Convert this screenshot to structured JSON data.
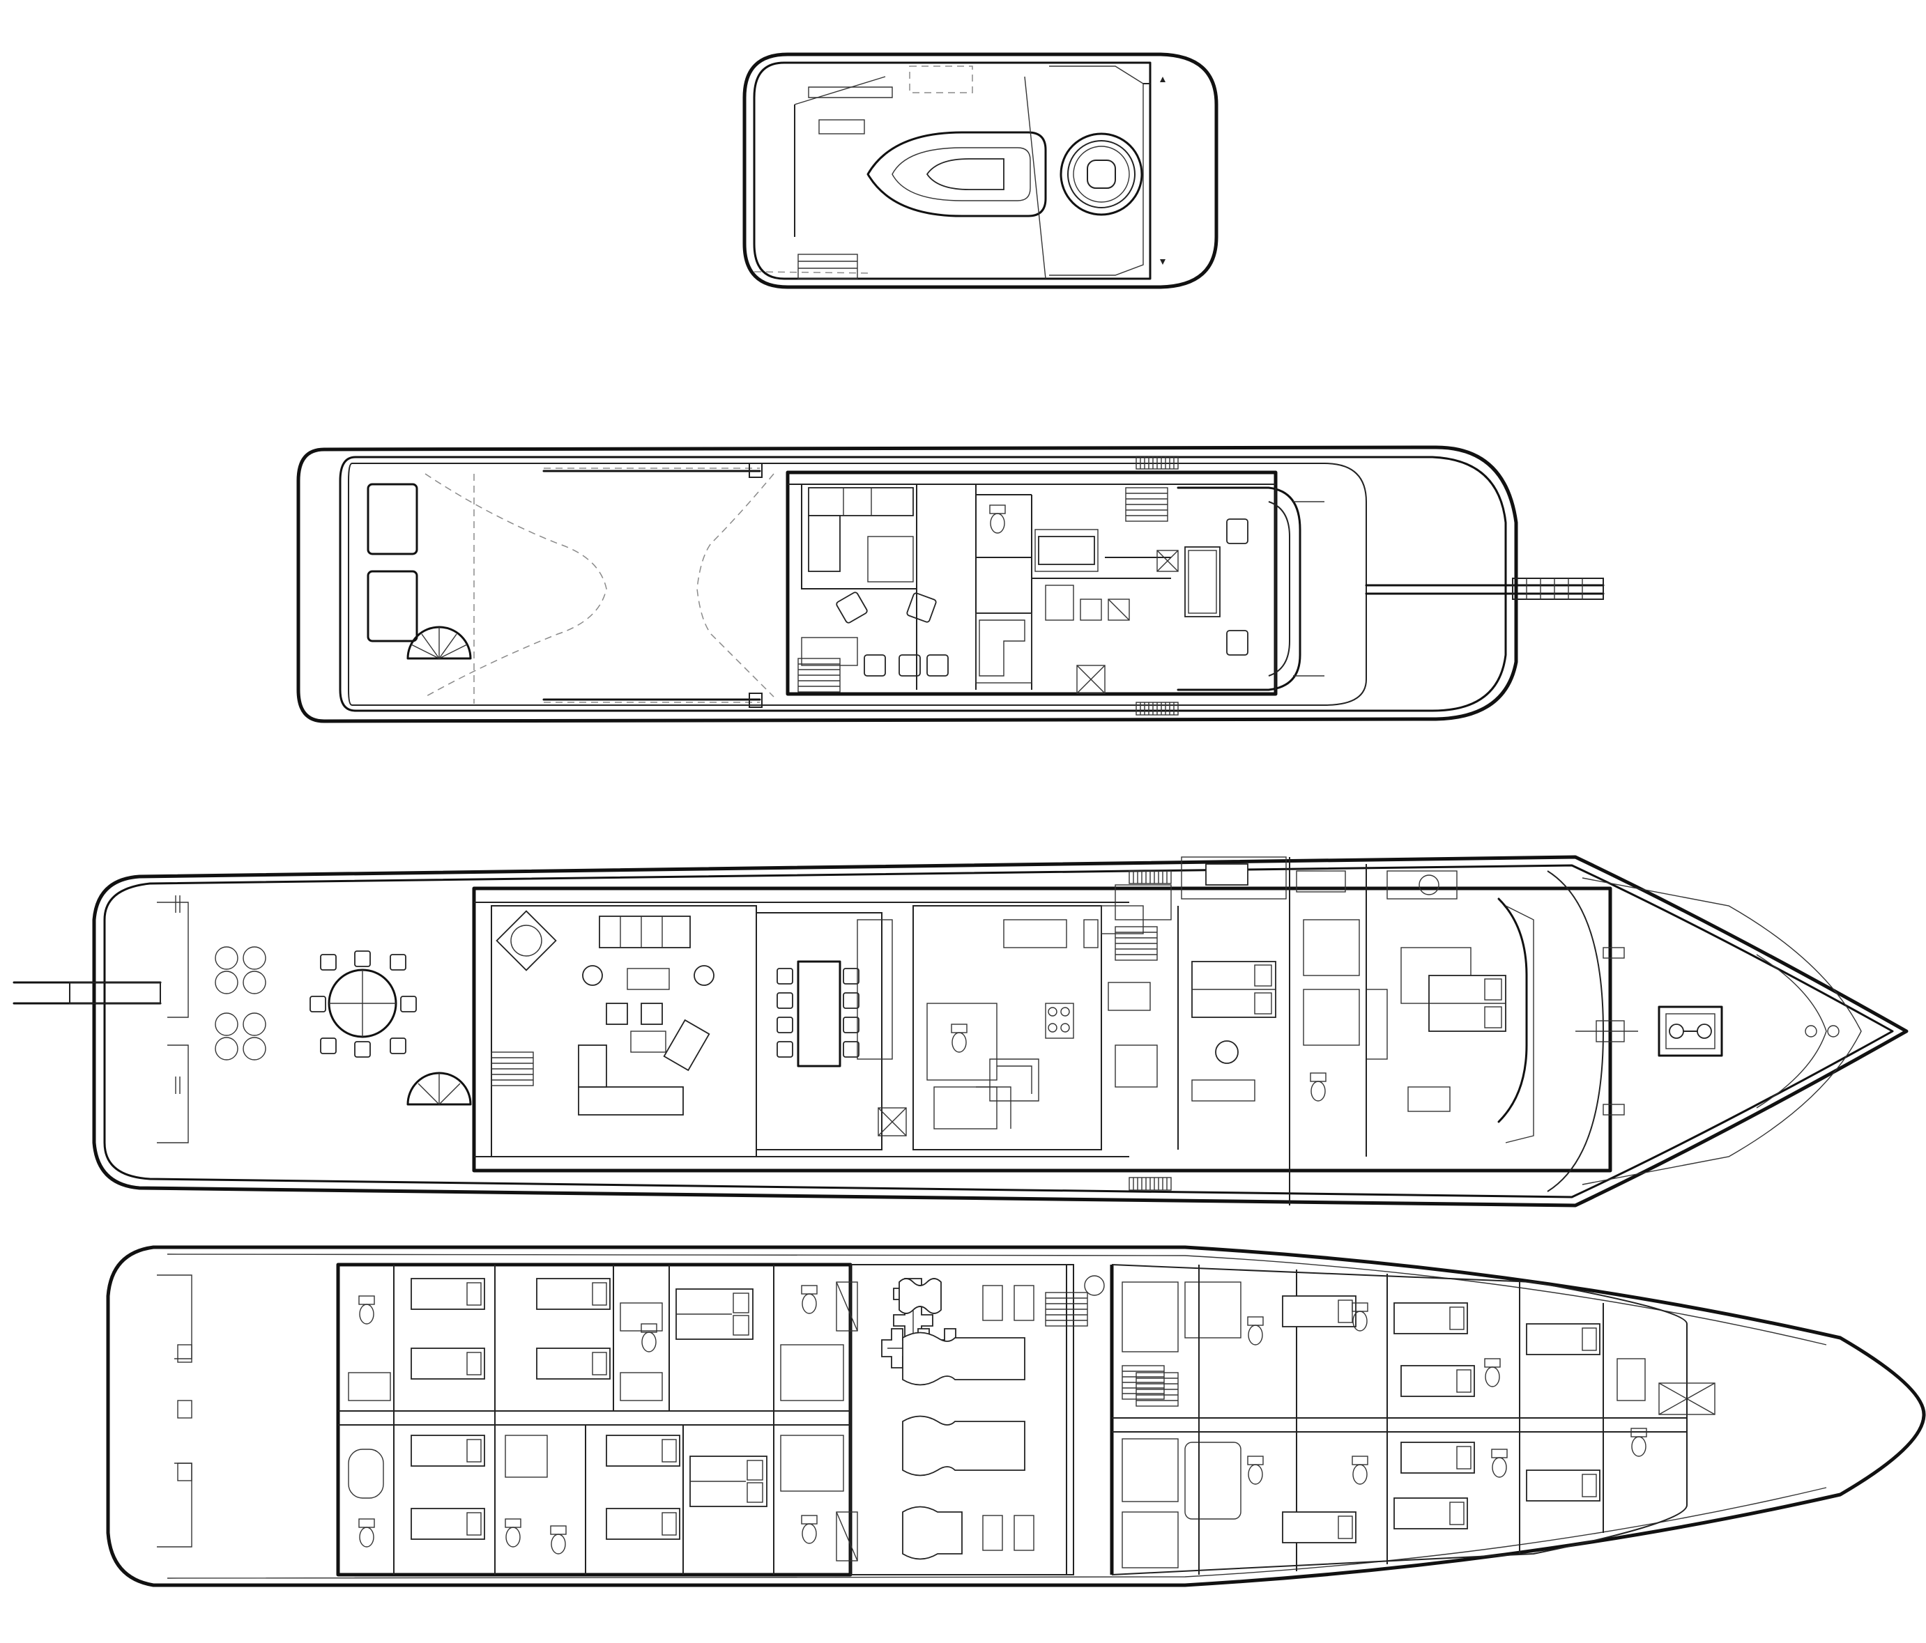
{
  "drawing": {
    "stroke_color": "#111111",
    "background_color": "#ffffff",
    "views": [
      {
        "id": "sun-deck",
        "icons": [
          "hot-tub-icon",
          "spa-pool-icon",
          "stair-icon"
        ]
      },
      {
        "id": "bridge-deck",
        "icons": [
          "sofa-icon",
          "armchair-icon",
          "helm-console-icon",
          "spiral-stair-icon",
          "tender-crane-icon"
        ]
      },
      {
        "id": "main-deck",
        "icons": [
          "dining-table-icon",
          "round-table-icon",
          "double-bed-icon",
          "sun-pad-icon",
          "anchor-windlass-icon",
          "galley-icon"
        ]
      },
      {
        "id": "lower-deck",
        "icons": [
          "twin-bed-icon",
          "double-bed-icon",
          "engine-icon",
          "toilet-icon",
          "stair-icon"
        ]
      }
    ]
  }
}
